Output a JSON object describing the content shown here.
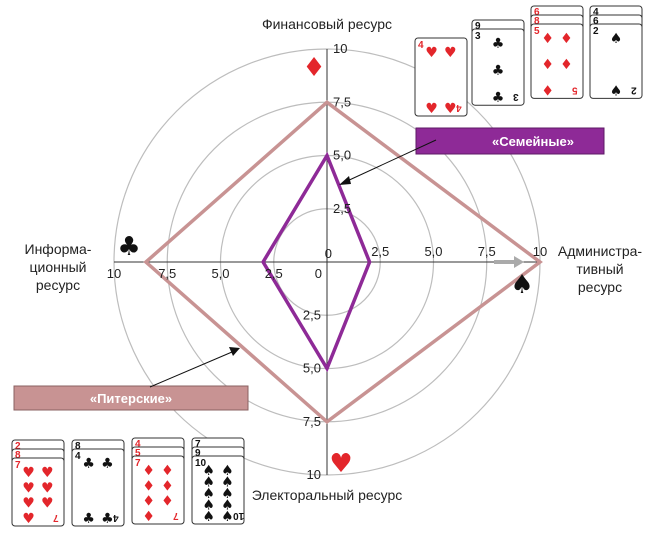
{
  "chart_data": {
    "type": "radar",
    "axes": [
      {
        "name": "Финансовый ресурс",
        "suit": "♦",
        "suit_color": "#e3262b"
      },
      {
        "name": "Администра-тивный ресурс",
        "suit": "♠",
        "suit_color": "#111111"
      },
      {
        "name": "Электоральный ресурс",
        "suit": "♥",
        "suit_color": "#e3262b"
      },
      {
        "name": "Информа-ционный ресурс",
        "suit": "♣",
        "suit_color": "#111111"
      }
    ],
    "axis_titles": {
      "top": "Финансовый ресурс",
      "right_line1": "Администра-",
      "right_line2": "тивный",
      "right_line3": "ресурс",
      "bottom": "Электоральный ресурс",
      "left_line1": "Информа-",
      "left_line2": "ционный",
      "left_line3": "ресурс"
    },
    "rlim": [
      0,
      10
    ],
    "ticks": [
      "2,5",
      "5,0",
      "7,5",
      "10"
    ],
    "tick_values": [
      2.5,
      5,
      7.5,
      10
    ],
    "center_tick_label": "0",
    "grid": true,
    "series": [
      {
        "name": "«Семейные»",
        "values": [
          5,
          2,
          5,
          3
        ],
        "color": "#8e2a97"
      },
      {
        "name": "«Питерские»",
        "values": [
          7.5,
          10,
          7.5,
          8.5
        ],
        "color": "#c89393"
      }
    ]
  },
  "legend": {
    "semeinye": "«Семейные»",
    "piterskie": "«Питерские»",
    "semeinye_color": "#8e2a97",
    "piterskie_color": "#c89393"
  },
  "card_stacks": {
    "semeinye": [
      {
        "rank": "4",
        "suit": "♥",
        "color": "#e3262b"
      },
      {
        "rank": "3",
        "suit": "♣",
        "color": "#111111",
        "under": [
          "9"
        ]
      },
      {
        "rank": "5",
        "suit": "♦",
        "color": "#e3262b",
        "under": [
          "6",
          "8"
        ]
      },
      {
        "rank": "2",
        "suit": "♠",
        "color": "#111111",
        "under": [
          "4",
          "6"
        ]
      }
    ],
    "piterskie": [
      {
        "rank": "7",
        "suit": "♥",
        "color": "#e3262b",
        "under": [
          "2",
          "8"
        ]
      },
      {
        "rank": "4",
        "suit": "♣",
        "color": "#111111",
        "under": [
          "8"
        ]
      },
      {
        "rank": "7",
        "suit": "♦",
        "color": "#e3262b",
        "under": [
          "4",
          "5"
        ]
      },
      {
        "rank": "10",
        "suit": "♠",
        "color": "#111111",
        "under": [
          "7",
          "9"
        ]
      }
    ]
  }
}
